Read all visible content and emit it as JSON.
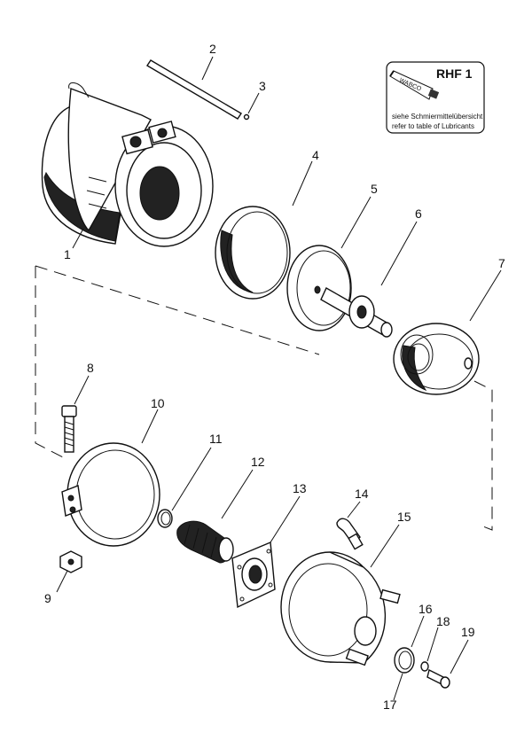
{
  "parts": [
    {
      "id": "1",
      "label": "1"
    },
    {
      "id": "2",
      "label": "2"
    },
    {
      "id": "3",
      "label": "3"
    },
    {
      "id": "4",
      "label": "4"
    },
    {
      "id": "5",
      "label": "5"
    },
    {
      "id": "6",
      "label": "6"
    },
    {
      "id": "7",
      "label": "7"
    },
    {
      "id": "8",
      "label": "8"
    },
    {
      "id": "9",
      "label": "9"
    },
    {
      "id": "10",
      "label": "10"
    },
    {
      "id": "11",
      "label": "11"
    },
    {
      "id": "12",
      "label": "12"
    },
    {
      "id": "13",
      "label": "13"
    },
    {
      "id": "14",
      "label": "14"
    },
    {
      "id": "15",
      "label": "15"
    },
    {
      "id": "16",
      "label": "16"
    },
    {
      "id": "17",
      "label": "17"
    },
    {
      "id": "18",
      "label": "18"
    },
    {
      "id": "19",
      "label": "19"
    }
  ],
  "lubricant_badge": {
    "code": "RHF 1",
    "tube_brand": "WABCO",
    "note_de": "siehe Schmiermittelübersicht",
    "note_en": "refer to table of Lubricants"
  }
}
